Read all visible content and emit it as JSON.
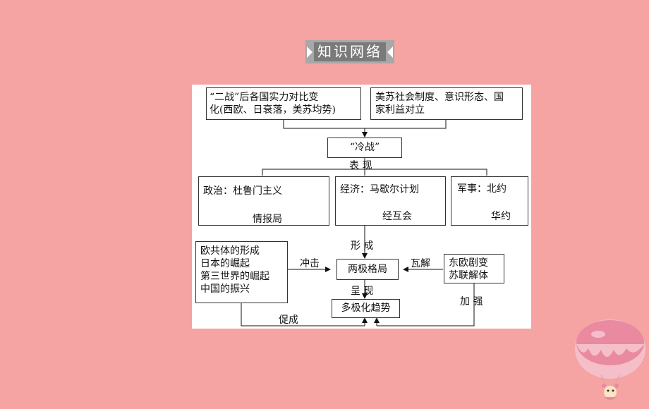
{
  "title": "知识网络",
  "nodes": {
    "postwar": [
      "“二战”后各国实力对比变",
      "化(西欧、日衰落，美苏均势)"
    ],
    "us_soviet": [
      "美苏社会制度、意识形态、国",
      "家利益对立"
    ],
    "cold_war": "“冷战”",
    "politics_top": "政治：杜鲁门主义",
    "politics_bottom": "情报局",
    "economy_top": "经济：马歇尔计划",
    "economy_bottom": "经互会",
    "military_top": "军事：北约",
    "military_bottom": "华约",
    "bipolar": "两极格局",
    "multipolar": "多极化趋势",
    "challenges": [
      "欧共体的形成",
      "日本的崛起",
      "第三世界的崛起",
      "中国的振兴"
    ],
    "eastern_europe": [
      "东欧剧变",
      "苏联解体"
    ]
  },
  "edge_labels": {
    "manifest": "表 现",
    "form": "形 成",
    "impact": "冲击",
    "disintegrate": "瓦解",
    "present": "呈 现",
    "promote": "促成",
    "strengthen": "加 强"
  }
}
